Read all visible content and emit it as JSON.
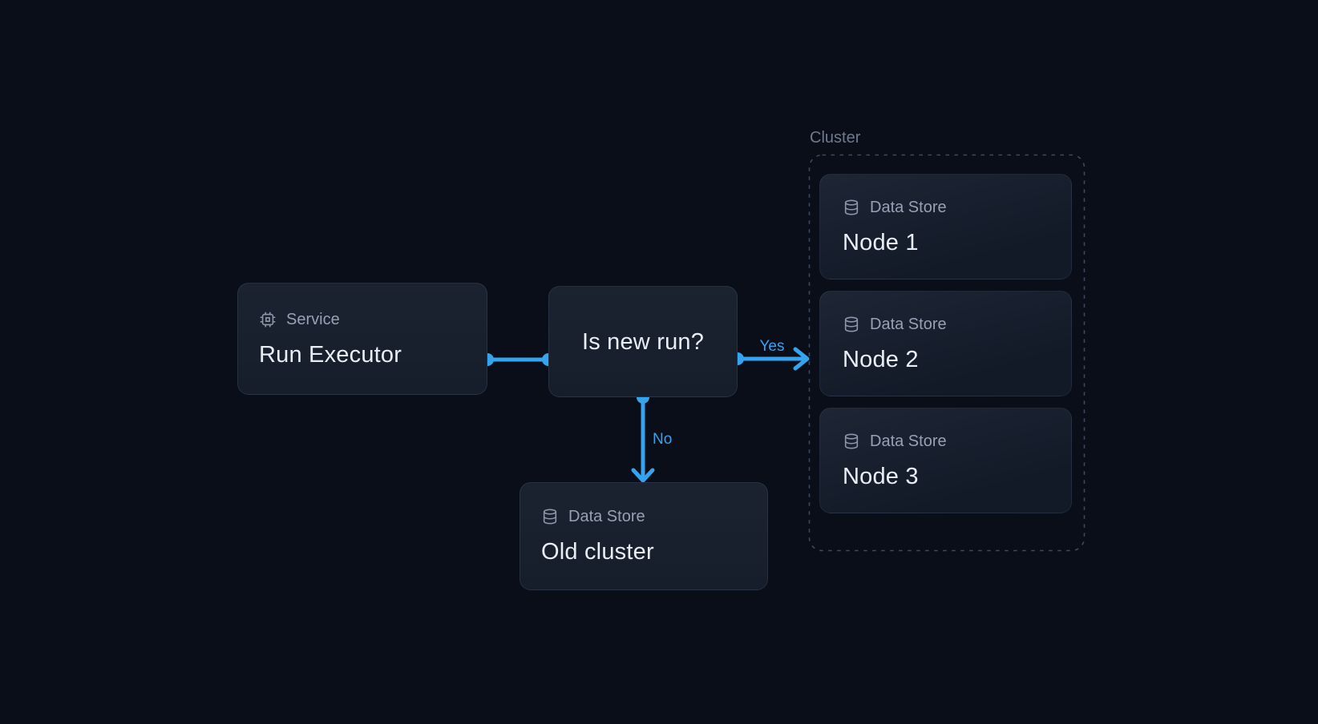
{
  "canvas": {
    "background": "#0a0e18",
    "accent": "#35a3ee",
    "node_fill_top": "#1b2331",
    "node_fill_bottom": "#161d2b",
    "dashed_border_color": "#3e4960"
  },
  "service_node": {
    "icon": "cpu-icon",
    "type_label": "Service",
    "title": "Run Executor"
  },
  "decision_node": {
    "title": "Is new run?"
  },
  "edges": {
    "yes_label": "Yes",
    "no_label": "No"
  },
  "old_cluster_node": {
    "icon": "database-icon",
    "type_label": "Data Store",
    "title": "Old cluster"
  },
  "cluster": {
    "label": "Cluster",
    "nodes": [
      {
        "icon": "database-icon",
        "type_label": "Data Store",
        "title": "Node 1"
      },
      {
        "icon": "database-icon",
        "type_label": "Data Store",
        "title": "Node 2"
      },
      {
        "icon": "database-icon",
        "type_label": "Data Store",
        "title": "Node 3"
      }
    ]
  }
}
